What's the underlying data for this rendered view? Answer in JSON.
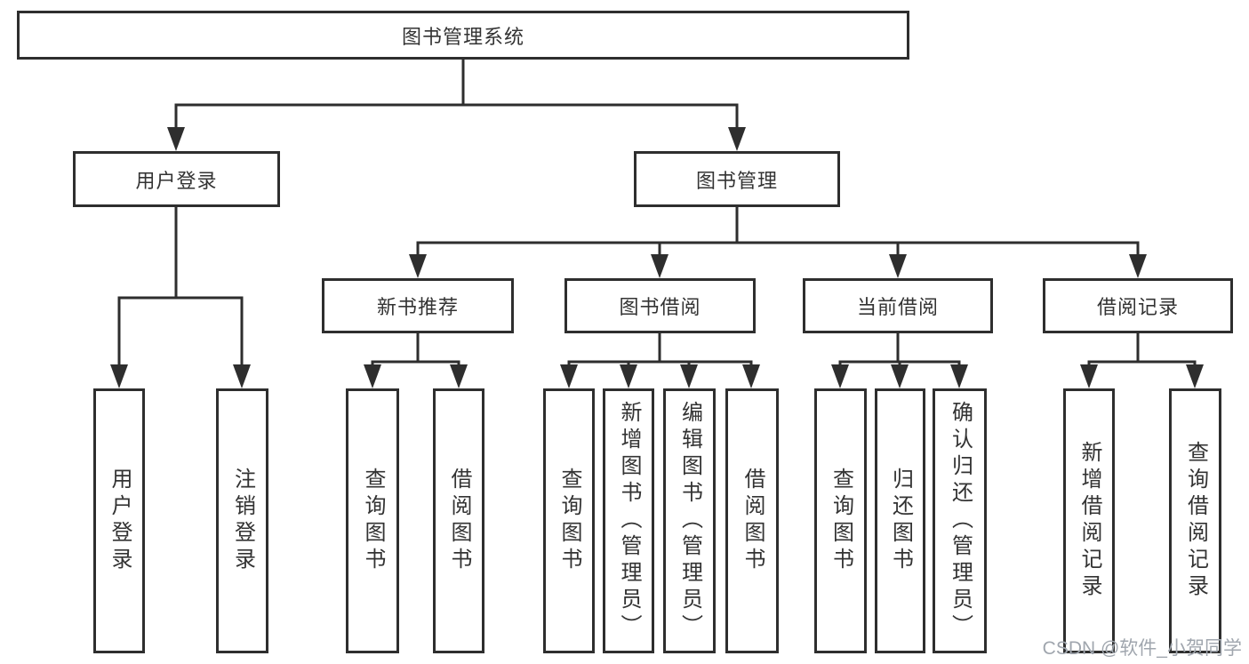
{
  "colors": {
    "line": "#2e2e2e",
    "text": "#333333",
    "watermark_gray": "#a0a6ae",
    "background": "#ffffff"
  },
  "watermark": "CSDN @软件_小贺同学",
  "tree": {
    "root": {
      "label": "图书管理系统"
    },
    "children": [
      {
        "label": "用户登录",
        "children": [
          {
            "label": "用户登录"
          },
          {
            "label": "注销登录"
          }
        ]
      },
      {
        "label": "图书管理",
        "children": [
          {
            "label": "新书推荐",
            "children": [
              {
                "label": "查询图书"
              },
              {
                "label": "借阅图书"
              }
            ]
          },
          {
            "label": "图书借阅",
            "children": [
              {
                "label": "查询图书"
              },
              {
                "label": "新增图书（管理员）"
              },
              {
                "label": "编辑图书（管理员）"
              },
              {
                "label": "借阅图书"
              }
            ]
          },
          {
            "label": "当前借阅",
            "children": [
              {
                "label": "查询图书"
              },
              {
                "label": "归还图书"
              },
              {
                "label": "确认归还（管理员）"
              }
            ]
          },
          {
            "label": "借阅记录",
            "children": [
              {
                "label": "新增借阅记录"
              },
              {
                "label": "查询借阅记录"
              }
            ]
          }
        ]
      }
    ]
  }
}
